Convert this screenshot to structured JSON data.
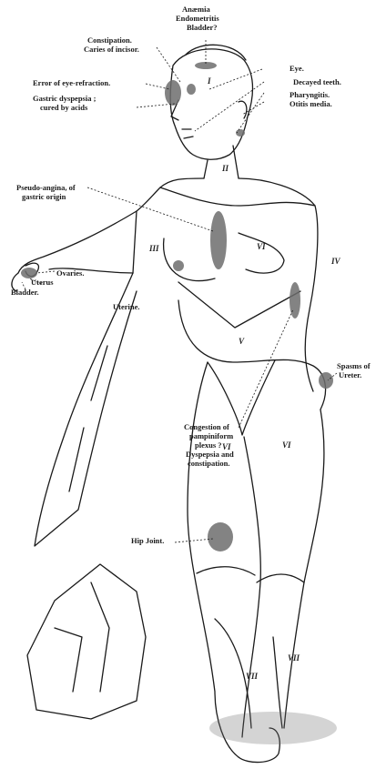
{
  "labels": {
    "anaemia": "Anæmia",
    "endometritis": "Endometritis",
    "bladder_top": "Bladder?",
    "constipation": "Constipation.",
    "caries": "Caries of incisor.",
    "eye_refraction": "Error of eye-refraction.",
    "gastric_dyspepsia_1": "Gastric dyspepsia ;",
    "gastric_dyspepsia_2": "cured by acids",
    "eye": "Eye.",
    "decayed_teeth": "Decayed teeth.",
    "pharyngitis": "Pharyngitis.",
    "otitis": "Otitis media.",
    "pseudo_angina_1": "Pseudo-angina, of",
    "pseudo_angina_2": "gastric origin",
    "ovaries": "Ovaries.",
    "uterus": "Uterus",
    "bladder": "Bladder.",
    "uterine": "Uterine.",
    "spasms_1": "Spasms of",
    "spasms_2": "Ureter.",
    "congestion_1": "Congestion of",
    "congestion_2": "pampiniform",
    "congestion_3": "plexus ?",
    "congestion_4": "Dyspepsia and",
    "congestion_5": "constipation.",
    "hip_joint": "Hip Joint."
  },
  "zones": {
    "z1": "I",
    "z2": "II",
    "z3": "III",
    "z4": "IV",
    "z5": "V",
    "z6": "VI",
    "z6a": "VI",
    "z6b": "VI",
    "z7a": "VII",
    "z7b": "VII"
  },
  "colors": {
    "ink": "#1a1a1a",
    "shade": "#6d6d6d"
  }
}
